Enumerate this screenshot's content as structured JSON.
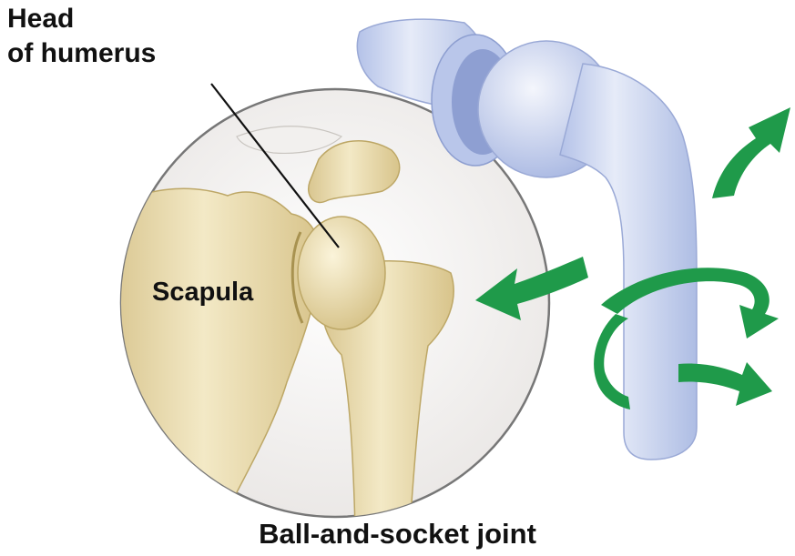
{
  "labels": {
    "head_line1": "Head",
    "head_line2": "of humerus",
    "scapula": "Scapula"
  },
  "caption": "Ball-and-socket joint",
  "colors": {
    "bone": "#ecdfb0",
    "bone_shadow": "#c9b47a",
    "circle_fill": "#f4f1ef",
    "circle_border": "#777777",
    "model_blue": "#c9d3ee",
    "model_blue_dark": "#9fb0dc",
    "arrow_green": "#1f9a4a",
    "text": "#111111"
  },
  "icons": [
    "rotation-arrow-icon",
    "abduction-arrow-icon",
    "adduction-arrow-icon"
  ]
}
